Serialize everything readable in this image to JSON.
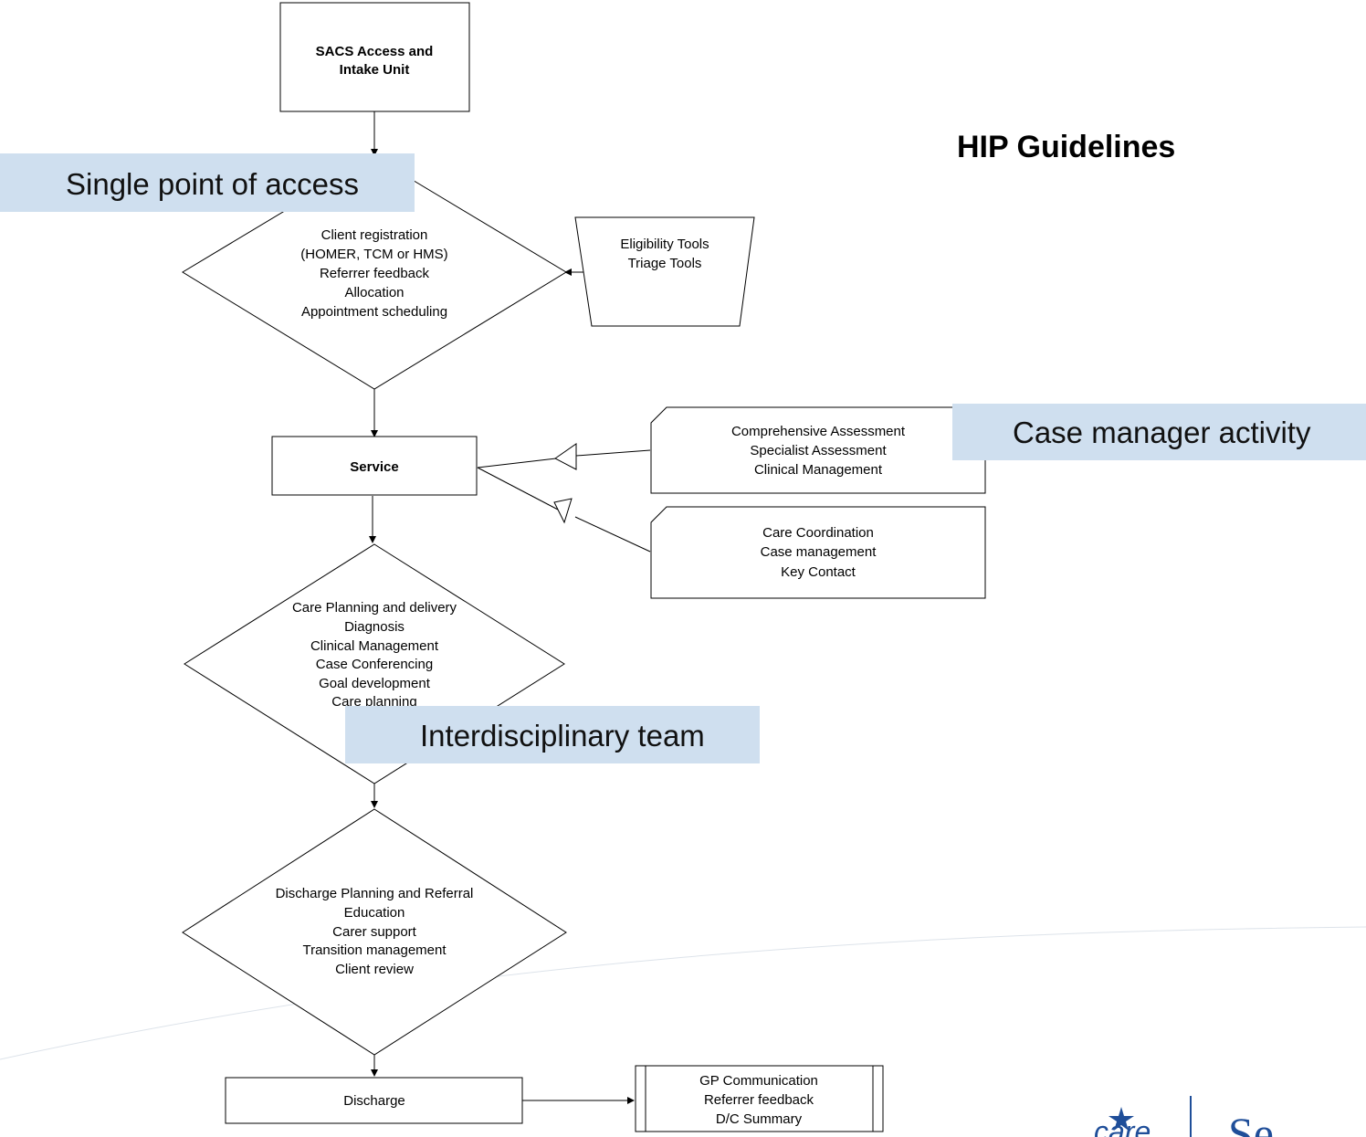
{
  "title": "HIP Guidelines",
  "nodes": {
    "intake": {
      "lines": [
        "SACS Access and",
        "Intake  Unit"
      ]
    },
    "access": {
      "lines": [
        "Client registration",
        "(HOMER, TCM or HMS)",
        "Referrer feedback",
        "Allocation",
        "Appointment scheduling"
      ]
    },
    "tools": {
      "lines": [
        "Eligibility Tools",
        "Triage Tools"
      ]
    },
    "service": {
      "lines": [
        "Service"
      ]
    },
    "assessment": {
      "lines": [
        "Comprehensive Assessment",
        "Specialist Assessment",
        "Clinical Management"
      ]
    },
    "coordination": {
      "lines": [
        "Care Coordination",
        "Case management",
        "Key Contact"
      ]
    },
    "care_planning": {
      "lines": [
        "Care Planning and delivery",
        "Diagnosis",
        "Clinical Management",
        "Case Conferencing",
        "Goal development",
        "Care planning"
      ]
    },
    "discharge_planning": {
      "lines": [
        "Discharge Planning and Referral",
        "Education",
        "Carer support",
        "Transition management",
        "Client review"
      ]
    },
    "discharge": {
      "lines": [
        "Discharge"
      ]
    },
    "gp_comm": {
      "lines": [
        "GP Communication",
        "Referrer feedback",
        "D/C Summary"
      ]
    }
  },
  "labels": {
    "single_point": "Single point of access",
    "case_manager": "Case manager activity",
    "interdisciplinary": "Interdisciplinary team"
  },
  "colors": {
    "banner": "#cfdfef",
    "line": "#000000",
    "logo_blue": "#1f4e99"
  },
  "logo": {
    "icon": "star-logo-icon"
  }
}
